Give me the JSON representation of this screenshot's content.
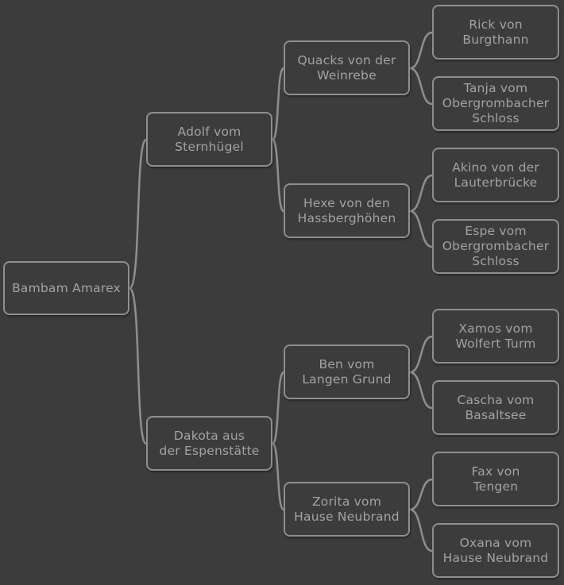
{
  "pedigree": {
    "root": "Bambam Amarex",
    "sire": "Adolf vom\nSternhügel",
    "dam": "Dakota aus\nder Espenstätte",
    "sire_sire": "Quacks von der\nWeinrebe",
    "sire_dam": "Hexe von den\nHassberghöhen",
    "dam_sire": "Ben vom\nLangen Grund",
    "dam_dam": "Zorita vom\nHause Neubrand",
    "sire_sire_sire": "Rick von\nBurgthann",
    "sire_sire_dam": "Tanja vom\nObergrombacher\nSchloss",
    "sire_dam_sire": "Akino von der\nLauterbrücke",
    "sire_dam_dam": "Espe vom\nObergrombacher\nSchloss",
    "dam_sire_sire": "Xamos vom\nWolfert Turm",
    "dam_sire_dam": "Cascha vom\nBasaltsee",
    "dam_dam_sire": "Fax von\nTengen",
    "dam_dam_dam": "Oxana vom\nHause Neubrand"
  }
}
